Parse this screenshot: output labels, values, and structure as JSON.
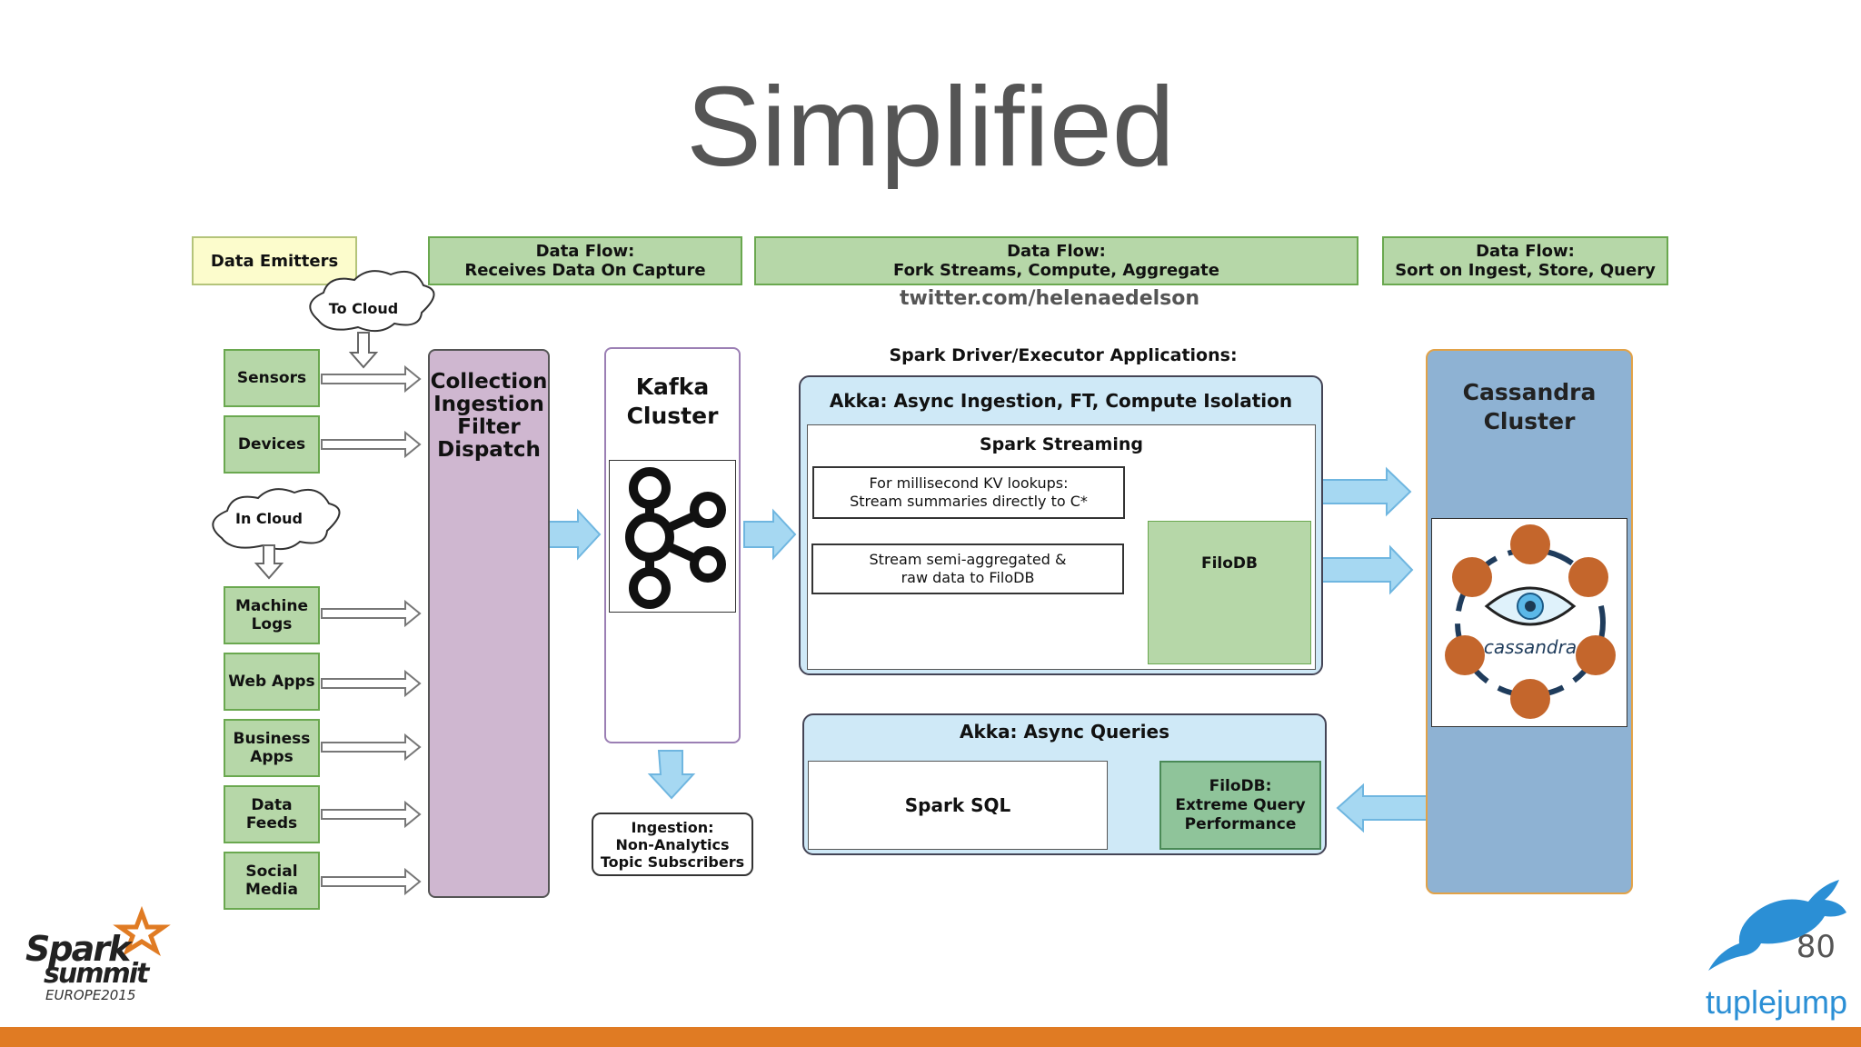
{
  "slide": {
    "title": "Simplified",
    "page_number": "80",
    "twitter": "twitter.com/helenaedelson"
  },
  "headers": {
    "emitters": "Data Emitters",
    "capture_line1": "Data Flow:",
    "capture_line2": "Receives Data On Capture",
    "compute_line1": "Data Flow:",
    "compute_line2": "Fork Streams, Compute, Aggregate",
    "store_line1": "Data Flow:",
    "store_line2": "Sort on Ingest, Store, Query"
  },
  "clouds": {
    "to_cloud": "To Cloud",
    "in_cloud": "In Cloud"
  },
  "sources": {
    "sensors": "Sensors",
    "devices": "Devices",
    "machine_logs_1": "Machine",
    "machine_logs_2": "Logs",
    "web_apps": "Web Apps",
    "business_apps_1": "Business",
    "business_apps_2": "Apps",
    "data_feeds": "Data Feeds",
    "social_media_1": "Social",
    "social_media_2": "Media"
  },
  "collection": {
    "line1": "Collection",
    "line2": "Ingestion",
    "line3": "Filter",
    "line4": "Dispatch"
  },
  "kafka": {
    "line1": "Kafka",
    "line2": "Cluster",
    "subscribers_1": "Ingestion:",
    "subscribers_2": "Non-Analytics",
    "subscribers_3": "Topic Subscribers"
  },
  "spark": {
    "apps_label": "Spark Driver/Executor Applications:",
    "akka_ingest": "Akka: Async Ingestion, FT, Compute Isolation",
    "streaming": "Spark Streaming",
    "kv_1": "For millisecond KV lookups:",
    "kv_2": "Stream summaries directly to C*",
    "semi_1": "Stream semi-aggregated &",
    "semi_2": "raw data to FiloDB",
    "filodb": "FiloDB",
    "akka_queries": "Akka: Async Queries",
    "spark_sql": "Spark SQL",
    "filodb_q1": "FiloDB:",
    "filodb_q2": "Extreme Query",
    "filodb_q3": "Performance"
  },
  "cassandra": {
    "line1": "Cassandra",
    "line2": "Cluster",
    "logo_text": "cassandra"
  },
  "logos": {
    "spark_1": "Spark",
    "spark_2": "summit",
    "spark_3": "EUROPE2015",
    "tuplejump": "tuplejump"
  },
  "colors": {
    "header_green": "#b6d7a8",
    "collection_purple": "#cfb7d0",
    "akka_blue": "#cfe9f7",
    "cassandra_blue": "#8eb2d3",
    "footer_orange": "#e07b23",
    "arrow_blue": "#9fd3f0",
    "tuplejump_blue": "#2b8fd5"
  }
}
